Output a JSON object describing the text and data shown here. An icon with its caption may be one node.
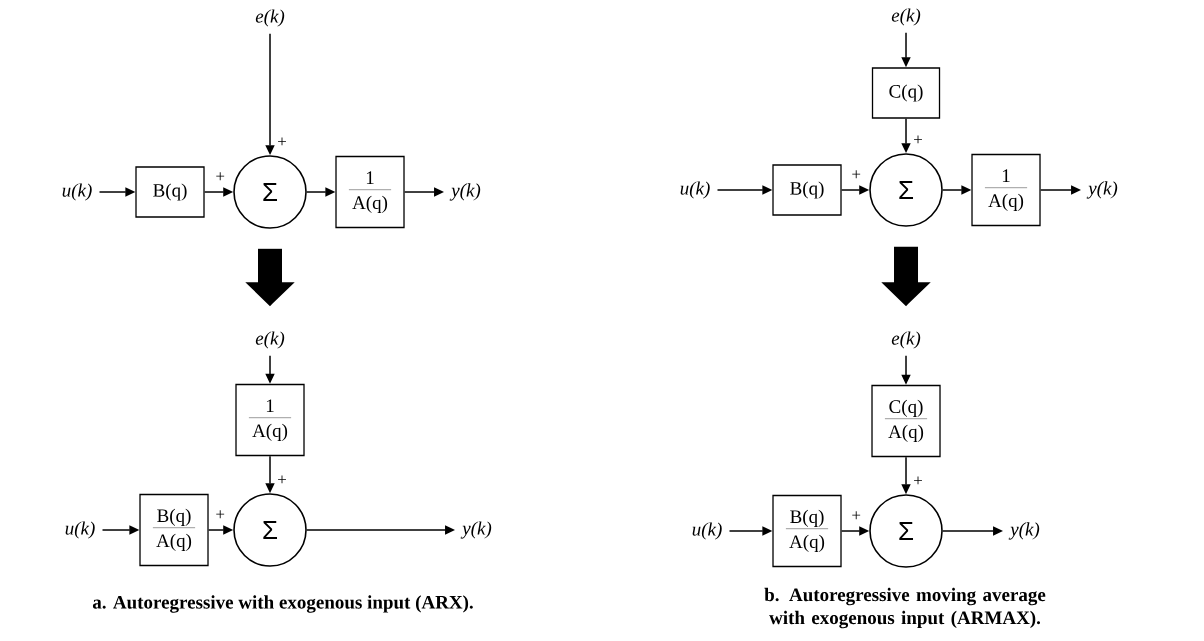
{
  "diagram": {
    "nodes": [
      {
        "text": [
          "e(k)"
        ]
      },
      {
        "text": [
          "u(k)"
        ]
      },
      {
        "text": [
          "B(q)"
        ]
      },
      {
        "text": [
          "Σ"
        ]
      },
      {
        "text": [
          "1",
          "A(q)"
        ]
      },
      {
        "text": [
          "y(k)"
        ]
      },
      {
        "text": [
          "e(k)"
        ]
      },
      {
        "text": [
          "1",
          "A(q)"
        ]
      },
      {
        "text": [
          "u(k)"
        ]
      },
      {
        "text": [
          "B(q)",
          "A(q)"
        ]
      },
      {
        "text": [
          "Σ"
        ]
      },
      {
        "text": [
          "y(k)"
        ]
      },
      {
        "text": [
          "e(k)"
        ]
      },
      {
        "text": [
          "C(q)"
        ]
      },
      {
        "text": [
          "u(k)"
        ]
      },
      {
        "text": [
          "B(q)"
        ]
      },
      {
        "text": [
          "Σ"
        ]
      },
      {
        "text": [
          "1",
          "A(q)"
        ]
      },
      {
        "text": [
          "y(k)"
        ]
      },
      {
        "text": [
          "e(k)"
        ]
      },
      {
        "text": [
          "C(q)",
          "A(q)"
        ]
      },
      {
        "text": [
          "u(k)"
        ]
      },
      {
        "text": [
          "B(q)",
          "A(q)"
        ]
      },
      {
        "text": [
          "Σ"
        ]
      },
      {
        "text": [
          "y(k)"
        ]
      }
    ],
    "edges": [
      {
        "from": 0,
        "to": 3,
        "arrow": "to",
        "label": "+"
      },
      {
        "from": 1,
        "to": 2,
        "arrow": "to"
      },
      {
        "from": 2,
        "to": 3,
        "arrow": "to",
        "label": "+"
      },
      {
        "from": 3,
        "to": 4,
        "arrow": "to"
      },
      {
        "from": 4,
        "to": 5,
        "arrow": "to"
      },
      {
        "from": 3,
        "to": 6,
        "arrow": "to",
        "style": "thick"
      },
      {
        "from": 6,
        "to": 7,
        "arrow": "to"
      },
      {
        "from": 7,
        "to": 10,
        "arrow": "to",
        "label": "+"
      },
      {
        "from": 8,
        "to": 9,
        "arrow": "to"
      },
      {
        "from": 9,
        "to": 10,
        "arrow": "to",
        "label": "+"
      },
      {
        "from": 10,
        "to": 11,
        "arrow": "to"
      },
      {
        "from": 12,
        "to": 13,
        "arrow": "to"
      },
      {
        "from": 13,
        "to": 16,
        "arrow": "to",
        "label": "+"
      },
      {
        "from": 14,
        "to": 15,
        "arrow": "to"
      },
      {
        "from": 15,
        "to": 16,
        "arrow": "to",
        "label": "+"
      },
      {
        "from": 16,
        "to": 17,
        "arrow": "to"
      },
      {
        "from": 17,
        "to": 18,
        "arrow": "to"
      },
      {
        "from": 16,
        "to": 19,
        "arrow": "to",
        "style": "thick"
      },
      {
        "from": 19,
        "to": 20,
        "arrow": "to"
      },
      {
        "from": 20,
        "to": 23,
        "arrow": "to",
        "label": "+"
      },
      {
        "from": 21,
        "to": 22,
        "arrow": "to"
      },
      {
        "from": 22,
        "to": 23,
        "arrow": "to",
        "label": "+"
      },
      {
        "from": 23,
        "to": 24,
        "arrow": "to"
      }
    ],
    "labels": [
      "a. Autoregressive with exogenous input (ARX).",
      "b. Autoregressive moving average with exogenous input (ARMAX)."
    ]
  }
}
